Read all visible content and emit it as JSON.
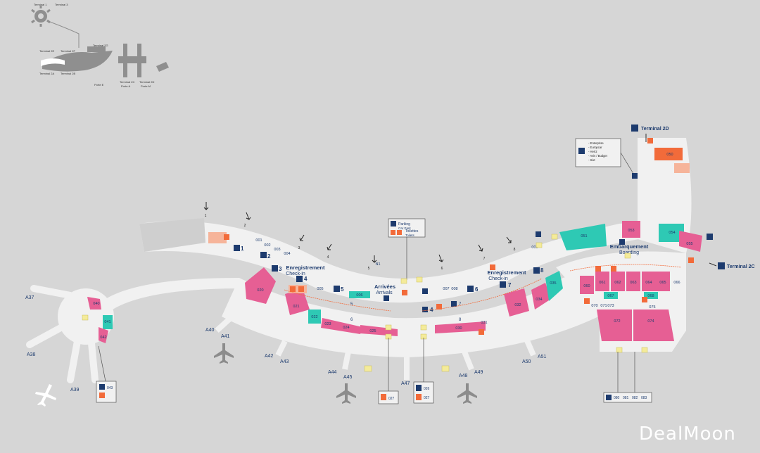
{
  "colors": {
    "background": "#d6d6d6",
    "building": "#f1f1f1",
    "pink": "#e65f94",
    "teal": "#2ec9b4",
    "orange": "#f26b3a",
    "peach": "#f6b49a",
    "yellow": "#f4eb9a",
    "navy": "#1d3b6e",
    "blue": "#3b6fb3",
    "plane": "#8c8c8c"
  },
  "overview": {
    "labels": [
      "Terminal 1",
      "Terminal 3",
      "Terminal 2G",
      "Terminal 2E",
      "Terminal 2F",
      "Terminal 2A",
      "Terminal 2B",
      "Terminal 2C",
      "Terminal 2D",
      "Porte E",
      "Porte A",
      "Porte M"
    ]
  },
  "terminals": {
    "t2d": "Terminal 2D",
    "t2c": "Terminal 2C"
  },
  "rental_box": {
    "items": [
      "- Enterprise",
      "- Europcar",
      "- Hertz",
      "- Avis / Budget",
      "- Sixt"
    ]
  },
  "checkin": {
    "a": {
      "fr": "Enregistrement",
      "en": "Check-in"
    },
    "b": {
      "fr": "Enregistrement",
      "en": "Check-in"
    }
  },
  "arrivals": {
    "fr": "Arrivées",
    "en": "Arrivals"
  },
  "boarding": {
    "fr": "Embarquement",
    "en": "Boarding"
  },
  "parking": {
    "parking_fr": "Parking",
    "parking_en": "Car Park",
    "toilets_fr": "Toilettes",
    "toilets_en": "Toilets"
  },
  "door_numbers": [
    "1",
    "2",
    "3",
    "4",
    "5",
    "6",
    "7",
    "8"
  ],
  "counter_numbers": [
    "1",
    "2",
    "3",
    "4",
    "4",
    "5",
    "6",
    "7",
    "8",
    "5",
    "6",
    "7",
    "8"
  ],
  "gates": [
    "A37",
    "A38",
    "A39",
    "A40",
    "A41",
    "A42",
    "A43",
    "A44",
    "A45",
    "A47",
    "A48",
    "A49",
    "A50",
    "A51"
  ],
  "shops": {
    "020": "020",
    "021": "021",
    "022": "022",
    "023": "023",
    "024": "024",
    "025": "025",
    "030": "030",
    "031": "031",
    "032": "032",
    "034": "034",
    "035": "035",
    "040": "040",
    "041": "041",
    "042": "042",
    "050": "050",
    "051": "051",
    "053": "053",
    "054": "054",
    "055": "055",
    "060": "060",
    "061": "061",
    "062": "062",
    "063": "063",
    "064": "064",
    "065": "065",
    "066": "066",
    "067": "067",
    "068": "068",
    "070": "070",
    "071": "071",
    "072": "072",
    "073": "073",
    "074": "074",
    "075": "075",
    "001": "001",
    "002": "002",
    "003": "003",
    "004": "004",
    "005": "005",
    "006": "006",
    "007": "007",
    "008": "008",
    "009": "009",
    "026": "026",
    "027": "027",
    "043": "043",
    "080": "080",
    "081": "081",
    "082": "082",
    "083": "083",
    "N1": "N1"
  },
  "legend_boxes": {
    "a": [
      "043"
    ],
    "b": [
      "027"
    ],
    "c": [
      "026",
      "027"
    ],
    "d": [
      "080",
      "081",
      "082",
      "083"
    ]
  },
  "watermark": "DealMoon"
}
